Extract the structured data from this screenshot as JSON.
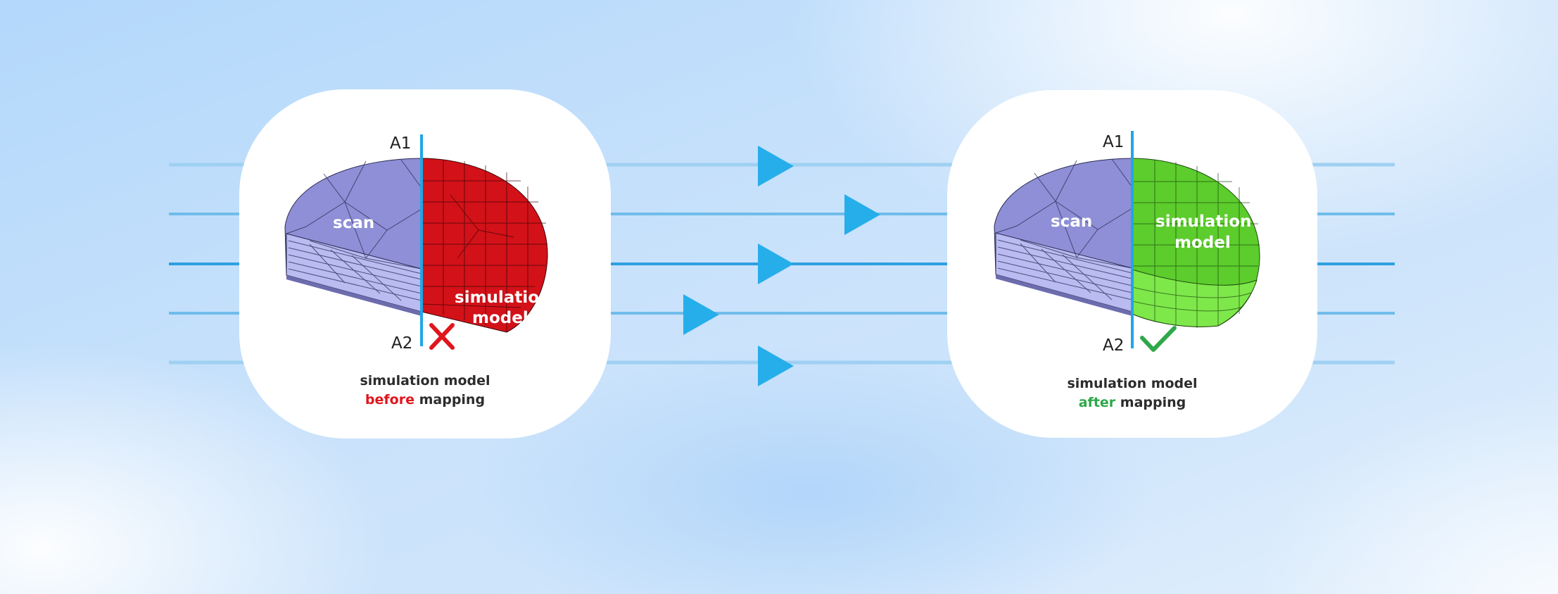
{
  "colors": {
    "line_light": "#9fd0f2",
    "line_mid": "#6fbceb",
    "line_dark": "#2e9fe0",
    "arrow": "#26aeea",
    "axis": "#1fa7e6",
    "scan_fill": "#8e8fd6",
    "sim_before_fill": "#d31118",
    "sim_after_fill": "#5ccd2c",
    "cross": "#e0161d",
    "check": "#2ea84a"
  },
  "before": {
    "axis_top": "A1",
    "axis_bottom": "A2",
    "scan_label": "scan",
    "sim_label_line1": "simulation",
    "sim_label_line2": "model",
    "status_icon": "cross-icon",
    "caption_line1": "simulation model",
    "caption_highlight": "before",
    "caption_rest": " mapping"
  },
  "after": {
    "axis_top": "A1",
    "axis_bottom": "A2",
    "scan_label": "scan",
    "sim_label_line1": "simulation",
    "sim_label_line2": "model",
    "status_icon": "check-icon",
    "caption_line1": "simulation model",
    "caption_highlight": "after",
    "caption_rest": " mapping"
  }
}
